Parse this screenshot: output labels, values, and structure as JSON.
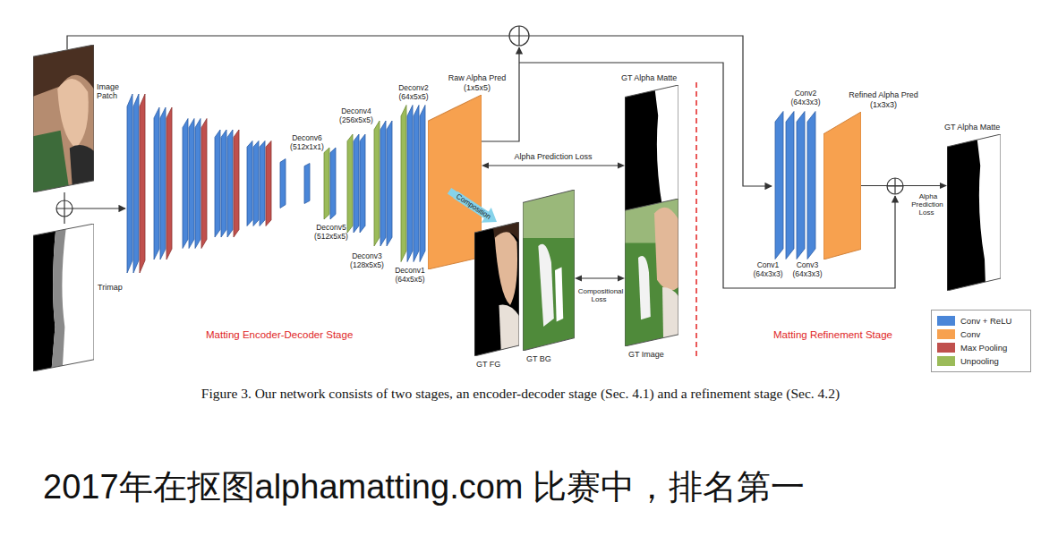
{
  "diagram": {
    "caption": "Figure 3. Our network consists of two stages, an encoder-decoder stage (Sec. 4.1) and a refinement stage (Sec. 4.2)",
    "nodes": [
      {
        "text": [
          "Image Patch"
        ]
      },
      {
        "text": [
          "Trimap"
        ]
      },
      {
        "text": [
          "Raw Alpha Pred (1x5x5)"
        ]
      },
      {
        "text": [
          "GT Alpha Matte"
        ]
      },
      {
        "text": [
          "GT FG"
        ]
      },
      {
        "text": [
          "GT BG"
        ]
      },
      {
        "text": [
          "GT Image"
        ]
      },
      {
        "text": [
          "Refined Alpha Pred (1x3x3)"
        ]
      },
      {
        "text": [
          "GT Alpha Matte"
        ]
      }
    ],
    "edges": [
      {
        "from": 2,
        "to": 3,
        "label": "Alpha Prediction Loss",
        "arrow": "both"
      },
      {
        "from": 2,
        "to": 4,
        "label": "Composition",
        "arrow": "to"
      },
      {
        "from": 5,
        "to": 6,
        "label": "Compositional Loss",
        "arrow": "both"
      },
      {
        "from": 7,
        "to": 8,
        "label": "Alpha Prediction Loss",
        "arrow": "to"
      }
    ],
    "labels": [
      "Deconv6 (512x1x1)",
      "Deconv4 (256x5x5)",
      "Deconv2 (64x5x5)",
      "Deconv5 (512x5x5)",
      "Deconv3 (128x5x5)",
      "Deconv1 (64x5x5)",
      "Matting Encoder-Decoder Stage",
      "Conv2 (64x3x3)",
      "Conv1 (64x3x3)",
      "Conv3 (64x3x3)",
      "Matting Refinement Stage",
      "2017年在抠图alphamatting.com 比赛中，排名第一"
    ],
    "legend": [
      {
        "text": "Conv + ReLU",
        "color": "#4a86d8"
      },
      {
        "text": "Conv",
        "color": "#f7a14f"
      },
      {
        "text": "Max Pooling",
        "color": "#c0504d"
      },
      {
        "text": "Unpooling",
        "color": "#9bbb59"
      }
    ]
  }
}
